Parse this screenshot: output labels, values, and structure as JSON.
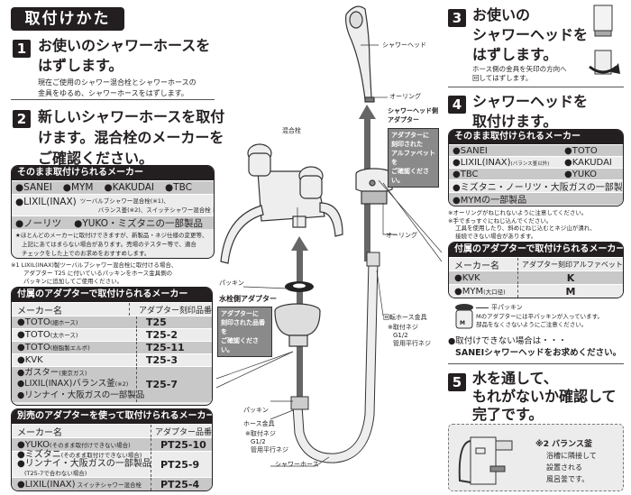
{
  "title": "取付けかた",
  "step1": {
    "num": "1",
    "heading": [
      "お使いのシャワーホースを",
      "はずします。"
    ],
    "desc": [
      "現在ご使用のシャワー混合栓とシャワーホースの",
      "金具をゆるめ、シャワーホースをはずします。"
    ]
  },
  "step2": {
    "num": "2",
    "heading": [
      "新しいシャワーホースを取付",
      "けます。混合栓のメーカーを",
      "ご確認ください。"
    ]
  },
  "direct_box": {
    "header": "そのまま取付けられるメーカー",
    "row1": [
      "●SANEI",
      "●MYM",
      "●KAKUDAI",
      "●TBC"
    ],
    "lixil": "●LIXIL(INAX)",
    "lixil_note": [
      "ツーバルブシャワー混合栓(※1)、",
      "バランス釜(※2)、スイッチシャワー混合栓 以外"
    ],
    "row3": [
      "●ノーリツ",
      "●YUKO・ミズタニの一部製品"
    ],
    "star_note": [
      "★ほとんどのメーカーに取付けできますが、新製品・ネジ仕様の変更等、",
      "上記にあてはまらない場合があります。売場のテスター等で、適合",
      "チェックをした上でのお求めをおすすめします。"
    ]
  },
  "footnote1": [
    "※1 LIXIL(INAX)製ツーバルブシャワー混合栓に取付ける場合、",
    "アダプター T25 に付いているパッキンをホース金具側の",
    "パッキンに追加してご使用ください。"
  ],
  "adapter_table": {
    "header": "付属のアダプターで取付けられるメーカー",
    "col1": "メーカー名",
    "col2": "アダプター刻印品番",
    "rows": [
      {
        "maker": "●TOTO",
        "note": "(細ホース)",
        "code": "T25"
      },
      {
        "maker": "●TOTO",
        "note": "(太ホース)",
        "code": "T25-2"
      },
      {
        "maker": "●TOTO",
        "note": "(樹脂製エルボ)",
        "code": "T25-11"
      },
      {
        "maker": "●KVK",
        "note": "",
        "code": "T25-3"
      }
    ],
    "group": {
      "makers": [
        "●ガスター",
        "●LIXIL(INAX)バランス釜",
        "●リンナイ・大阪ガスの一部製品"
      ],
      "notes": [
        "(東京ガス)",
        "(※2)"
      ],
      "code": "T25-7"
    }
  },
  "separate_table": {
    "header": "別売のアダプターを使って取付けられるメーカー",
    "col1": "メーカー名",
    "col2": "アダプター品番",
    "rows": [
      {
        "maker": "●YUKO",
        "note": "(そのまま取付けできない場合)",
        "code": "PT25-10"
      },
      {
        "maker": "●ミズタニ",
        "note": "(そのまま取付けできない場合)",
        "maker2": "●リンナイ・大阪ガスの一部製品",
        "note2": "(T25-7で合わない場合)",
        "code": "PT25-9"
      },
      {
        "maker": "●LIXIL(INAX)",
        "note": "スイッチシャワー混合栓",
        "code": "PT25-4"
      }
    ]
  },
  "diagram": {
    "shower_head": "シャワーヘッド",
    "o_ring1": "オーリング",
    "head_adapter": [
      "シャワーヘッド側",
      "アダプター"
    ],
    "head_callout": [
      "アダプターに",
      "刻印された",
      "アルファベットを",
      "ご確認ください。"
    ],
    "mixer": "混合栓",
    "o_ring2": "オーリング",
    "packing1": "パッキン",
    "faucet_adapter": "水栓側アダプター",
    "faucet_callout": [
      "アダプターに",
      "刻印された品番を",
      "ご確認ください。"
    ],
    "rotating_fitting": "回転ホース金具",
    "thread_note1": [
      "※取付ネジ",
      "G1/2",
      "管用平行ネジ"
    ],
    "packing2": "パッキン",
    "hose_fitting": "ホース金具",
    "thread_note2": [
      "※取付ネジ",
      "G1/2",
      "管用平行ネジ"
    ],
    "shower_hose": "シャワーホース"
  },
  "step3": {
    "num": "3",
    "heading": [
      "お使いの",
      "シャワーヘッドを",
      "はずします。"
    ],
    "desc": [
      "ホース側の金具を矢印の方向へ",
      "回してはずします。"
    ]
  },
  "step4": {
    "num": "4",
    "heading": [
      "シャワーヘッドを",
      "取付けます。"
    ]
  },
  "head_box": {
    "header": "そのまま取付けられるメーカー",
    "rows": [
      [
        "●SANEI",
        "●TOTO"
      ],
      [
        "●LIXIL(INAX)",
        "●KAKUDAI"
      ],
      [
        "●TBC",
        "●YUKO"
      ]
    ],
    "lixil_note": "(バランス釜以外)",
    "row4": "●ミズタニ・ノーリツ・大阪ガスの一部製品",
    "row5": "●MYMの一部製品"
  },
  "head_notes": [
    "※オーリングがねじれないように注意してください。",
    "※手でまっすぐにねじ込んでください。",
    "工具を使用したり、斜めにねじ込むとネジ山が潰れ、",
    "接続できない場合があります。"
  ],
  "head_adapter_table": {
    "header": "付属のアダプターで取付けられるメーカー",
    "col1": "メーカー名",
    "col2": "アダプター刻印アルファベット",
    "rows": [
      {
        "maker": "●KVK",
        "note": "",
        "code": "K"
      },
      {
        "maker": "●MYM",
        "note": "(大口径)",
        "code": "M"
      }
    ]
  },
  "packing": {
    "label": "平パッキン",
    "mark": "M",
    "note": [
      "Mのアダプターには平パッキンが入っています。",
      "部品をなくさないようにご注意ください。"
    ]
  },
  "cannot": [
    "●取付けできない場合は・・・",
    "SANEIシャワーヘッドをお求めください。"
  ],
  "step5": {
    "num": "5",
    "heading": [
      "水を通して、",
      "もれがないか確認して",
      "完了です。"
    ]
  },
  "balance": {
    "title": "※2 バランス釜",
    "desc": [
      "浴槽に隣接して",
      "設置される",
      "風呂釜です。"
    ]
  }
}
